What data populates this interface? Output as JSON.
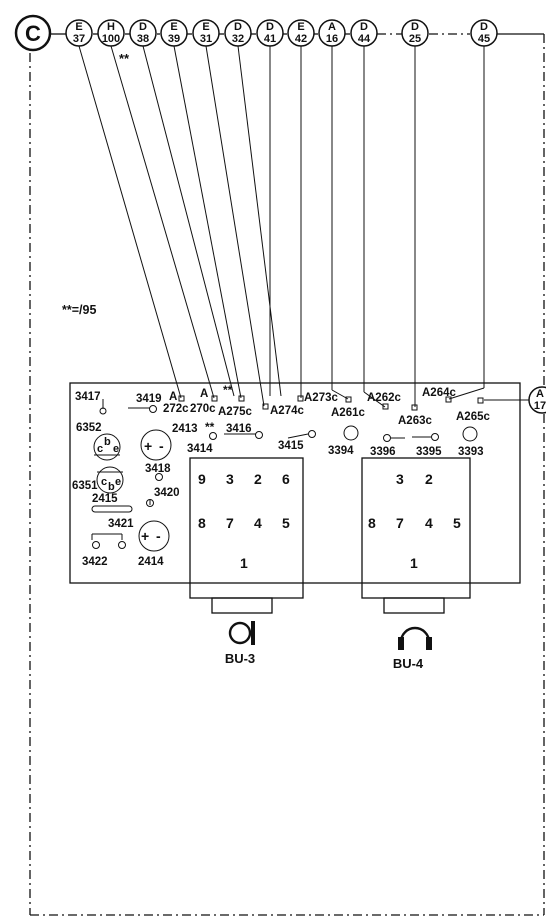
{
  "sheet_tag": "C",
  "connectors": [
    {
      "top": "E",
      "bottom": "37"
    },
    {
      "top": "H",
      "bottom": "100"
    },
    {
      "top": "D",
      "bottom": "38"
    },
    {
      "top": "E",
      "bottom": "39"
    },
    {
      "top": "E",
      "bottom": "31"
    },
    {
      "top": "D",
      "bottom": "32"
    },
    {
      "top": "D",
      "bottom": "41"
    },
    {
      "top": "E",
      "bottom": "42"
    },
    {
      "top": "A",
      "bottom": "16"
    },
    {
      "top": "D",
      "bottom": "44"
    },
    {
      "top": "D",
      "bottom": "25"
    },
    {
      "top": "D",
      "bottom": "45"
    }
  ],
  "right_connector": {
    "top": "A",
    "bottom": "17"
  },
  "note_marker": "**",
  "note_text": "**=/95",
  "test_points": [
    "A",
    "A",
    "A275c",
    "A274c",
    "A273c",
    "A261c",
    "A262c",
    "A263c",
    "A264c",
    "A265c",
    "272c",
    "270c"
  ],
  "components": [
    "3417",
    "3419",
    "6352",
    "2413",
    "3416",
    "3414",
    "3415",
    "3394",
    "3396",
    "3395",
    "3393",
    "3418",
    "3420",
    "6351",
    "2415",
    "3421",
    "2414",
    "3422"
  ],
  "polarity": {
    "plus": "+",
    "minus": "-"
  },
  "transistor_pins": {
    "c": "c",
    "b": "b",
    "e": "e"
  },
  "bu3_pins": [
    "9",
    "3",
    "2",
    "6",
    "8",
    "7",
    "4",
    "5",
    "1"
  ],
  "bu4_pins": [
    "3",
    "2",
    "8",
    "7",
    "4",
    "5",
    "1"
  ],
  "sockets": [
    {
      "label": "BU-3",
      "icon": "microphone-icon"
    },
    {
      "label": "BU-4",
      "icon": "headphones-icon"
    }
  ]
}
